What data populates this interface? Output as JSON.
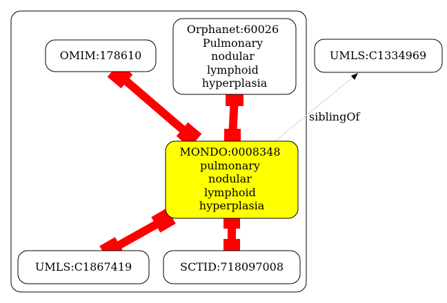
{
  "colors": {
    "equivalence_edge": "#ff0000",
    "focus_fill": "#ffff00",
    "node_fill": "#ffffff",
    "stroke": "#000000",
    "sibling_edge": "#d3d3d3"
  },
  "nodes": {
    "omim": {
      "lines": [
        "OMIM:178610"
      ]
    },
    "orphanet": {
      "lines": [
        "Orphanet:60026",
        "Pulmonary",
        "nodular",
        "lymphoid",
        "hyperplasia"
      ]
    },
    "mondo": {
      "lines": [
        "MONDO:0008348",
        "pulmonary",
        "nodular",
        "lymphoid",
        "hyperplasia"
      ]
    },
    "umls1": {
      "lines": [
        "UMLS:C1867419"
      ]
    },
    "sctid": {
      "lines": [
        "SCTID:718097008"
      ]
    },
    "umls2": {
      "lines": [
        "UMLS:C1334969"
      ]
    }
  },
  "edges": {
    "sibling_label": "siblingOf"
  }
}
